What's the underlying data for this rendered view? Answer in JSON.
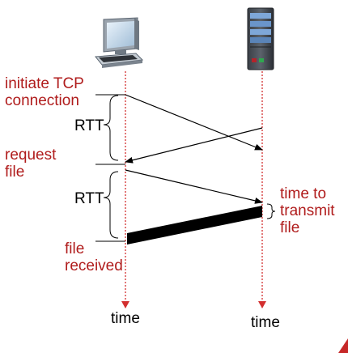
{
  "labels": {
    "initiate_tcp": "initiate TCP\nconnection",
    "rtt_1": "RTT",
    "request_file": "request\nfile",
    "rtt_2": "RTT",
    "time_to_transmit": "time to\ntransmit\nfile",
    "file_received": "file\nreceived",
    "time_client": "time",
    "time_server": "time"
  },
  "colors": {
    "annotation": "#b01c1c",
    "timeline": "#c62828",
    "arrow": "#000000",
    "transfer_bar": "#000000"
  },
  "icons": {
    "client": "desktop-computer-icon",
    "server": "server-tower-icon"
  }
}
